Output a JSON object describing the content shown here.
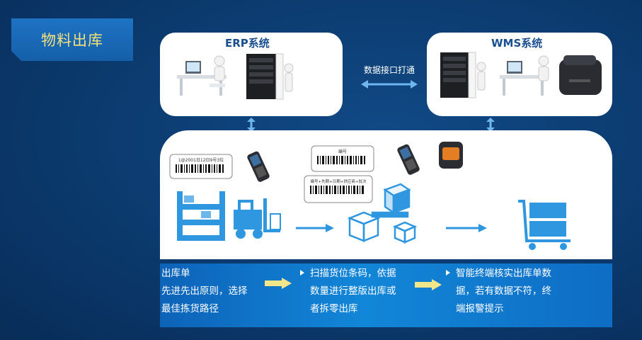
{
  "title": "物料出库",
  "systems": {
    "erp": "ERP系统",
    "wms": "WMS系统",
    "link": "数据接口打通"
  },
  "labels": {
    "label1": "1@2001日12日9号3位",
    "label2": "编号",
    "label3": "编号+先期+日期+供应商+批次"
  },
  "steps": [
    {
      "lines": [
        "出库单",
        "先进先出原则，选择",
        "最佳拣货路径"
      ]
    },
    {
      "lines": [
        "扫描货位条码，依据",
        "数量进行整版出库或",
        "者拆零出库"
      ]
    },
    {
      "lines": [
        "智能终端核实出库单数",
        "据，若有数据不符，终",
        "端报警提示"
      ]
    }
  ],
  "colors": {
    "accent": "#1f8fd8",
    "title_text": "#f6e27a",
    "arrow_yellow": "#f3e58a",
    "band": "#1286d8"
  }
}
